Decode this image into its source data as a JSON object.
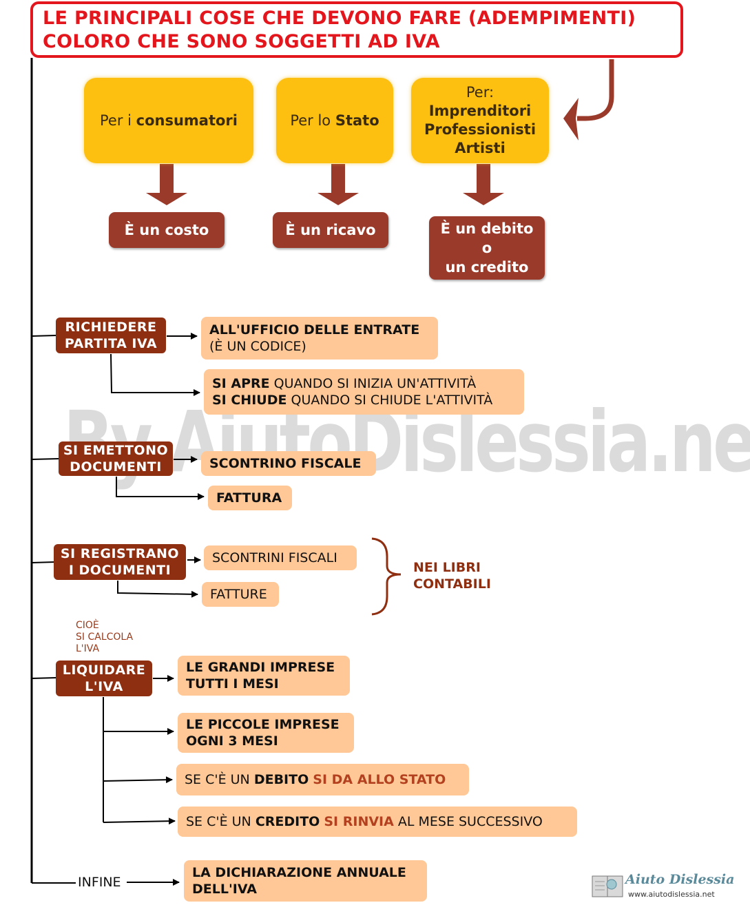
{
  "title": {
    "line1": "LE PRINCIPALI COSE CHE DEVONO FARE (ADEMPIMENTI)",
    "line2": "COLORO CHE SONO  SOGGETTI AD IVA"
  },
  "top_boxes": [
    {
      "prefix": "Per i ",
      "bold": "consumatori",
      "result": "È un costo"
    },
    {
      "prefix": "Per lo ",
      "bold": "Stato",
      "result": "È un ricavo"
    },
    {
      "prefix": "Per:",
      "bold_lines": [
        "Imprenditori",
        "Professionisti",
        "Artisti"
      ],
      "result_lines": [
        "È un debito",
        "o",
        "un credito"
      ]
    }
  ],
  "sections": {
    "partita_iva": {
      "label_lines": [
        "RICHIEDERE",
        "PARTITA IVA"
      ],
      "item1": {
        "bold": "ALL'UFFICIO DELLE ENTRATE",
        "normal": "(È UN CODICE)"
      },
      "item2": {
        "bold1": "SI APRE",
        "normal1": " QUANDO SI INIZIA UN'ATTIVITÀ",
        "bold2": "SI CHIUDE",
        "normal2": " QUANDO SI CHIUDE L'ATTIVITÀ"
      }
    },
    "documenti": {
      "label_lines": [
        "SI EMETTONO",
        "DOCUMENTI"
      ],
      "item1": "SCONTRINO FISCALE",
      "item2": "FATTURA"
    },
    "registrano": {
      "label_lines": [
        "SI REGISTRANO",
        "I DOCUMENTI"
      ],
      "item1": "SCONTRINI FISCALI",
      "item2": "FATTURE",
      "bracket_label_lines": [
        "NEI LIBRI",
        "CONTABILI"
      ]
    },
    "liquidare": {
      "note_lines": [
        "CIOÈ",
        "SI CALCOLA",
        "L'IVA"
      ],
      "label_lines": [
        "LIQUIDARE",
        "L'IVA"
      ],
      "item1_lines": [
        "LE GRANDI IMPRESE",
        "TUTTI I MESI"
      ],
      "item2_lines": [
        "LE PICCOLE IMPRESE",
        "OGNI 3 MESI"
      ],
      "item3": {
        "p1": "SE C'È UN ",
        "bold": "DEBITO",
        "p2": " ",
        "red": "SI DA ALLO STATO"
      },
      "item4": {
        "p1": "SE C'È UN ",
        "bold": "CREDITO",
        "p2": " ",
        "red": "SI RINVIA",
        "p3": " AL MESE SUCCESSIVO"
      }
    },
    "infine": {
      "label": "INFINE",
      "item_lines": [
        "LA DICHIARAZIONE ANNUALE",
        "DELL'IVA"
      ]
    }
  },
  "watermark": "By AiutoDislessia.net",
  "logo": {
    "name": "Aiuto Dislessia",
    "url": "www.aiutodislessia.net"
  },
  "colors": {
    "title_red": "#e4161d",
    "yellow": "#fdc010",
    "dark_red": "#9a3a2b",
    "brown": "#8f2f12",
    "peach": "#ffc896"
  }
}
